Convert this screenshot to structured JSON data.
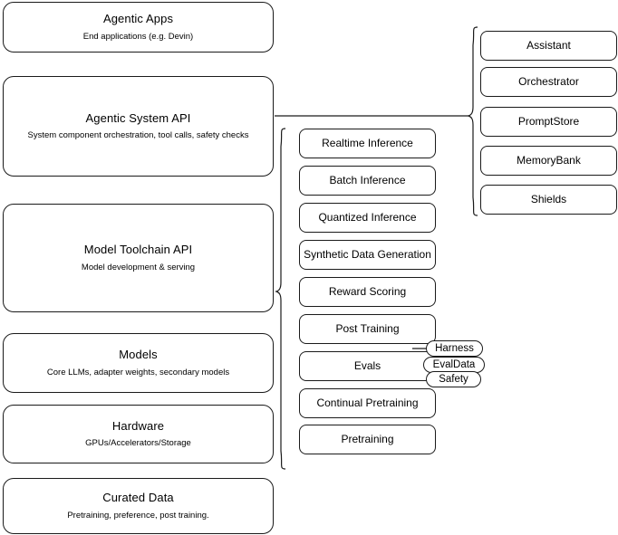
{
  "diagram": {
    "title": "LLM stack layers diagram",
    "stroke_color": "#1a1a1a",
    "background_color": "#ffffff",
    "layers": [
      {
        "title": "Agentic Apps",
        "subtitle": "End applications (e.g. Devin)"
      },
      {
        "title": "Agentic System API",
        "subtitle": "System component orchestration, tool calls, safety checks"
      },
      {
        "title": "Model Toolchain API",
        "subtitle": "Model development & serving"
      },
      {
        "title": "Models",
        "subtitle": "Core LLMs, adapter weights, secondary models"
      },
      {
        "title": "Hardware",
        "subtitle": "GPUs/Accelerators/Storage"
      },
      {
        "title": "Curated Data",
        "subtitle": "Pretraining, preference, post training."
      }
    ],
    "toolchain_components": [
      {
        "label": "Realtime Inference"
      },
      {
        "label": "Batch Inference"
      },
      {
        "label": "Quantized Inference"
      },
      {
        "label": "Synthetic Data Generation"
      },
      {
        "label": "Reward Scoring"
      },
      {
        "label": "Post Training"
      },
      {
        "label": "Evals"
      },
      {
        "label": "Continual Pretraining"
      },
      {
        "label": "Pretraining"
      }
    ],
    "agentic_components": [
      {
        "label": "Assistant"
      },
      {
        "label": "Orchestrator"
      },
      {
        "label": "PromptStore"
      },
      {
        "label": "MemoryBank"
      },
      {
        "label": "Shields"
      }
    ],
    "evals_subcomponents": [
      {
        "label": "Harness"
      },
      {
        "label": "EvalData"
      },
      {
        "label": "Safety"
      }
    ]
  }
}
